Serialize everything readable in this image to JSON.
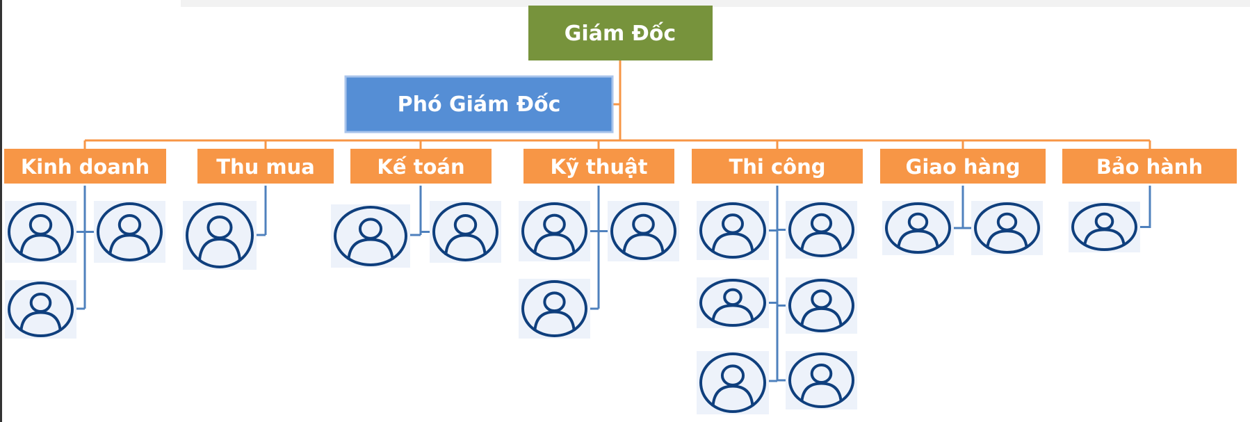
{
  "colors": {
    "director_fill": "#77933c",
    "deputy_fill": "#558ed5",
    "deputy_border": "#a9c4eb",
    "department_fill": "#f79646",
    "top_connector": "#f79646",
    "member_connector": "#4f81bd",
    "member_icon_stroke": "#0f3f7d",
    "member_icon_bg": "#edf2fa",
    "label_text": "#ffffff"
  },
  "org": {
    "director": {
      "label": "Giám Đốc"
    },
    "deputy": {
      "label": "Phó Giám Đốc"
    },
    "departments": [
      {
        "label": "Kinh doanh",
        "members": 3
      },
      {
        "label": "Thu mua",
        "members": 1
      },
      {
        "label": "Kế toán",
        "members": 2
      },
      {
        "label": "Kỹ thuật",
        "members": 3
      },
      {
        "label": "Thi công",
        "members": 6
      },
      {
        "label": "Giao hàng",
        "members": 2
      },
      {
        "label": "Bảo hành",
        "members": 1
      }
    ],
    "member_icon": "person-circle-icon"
  }
}
